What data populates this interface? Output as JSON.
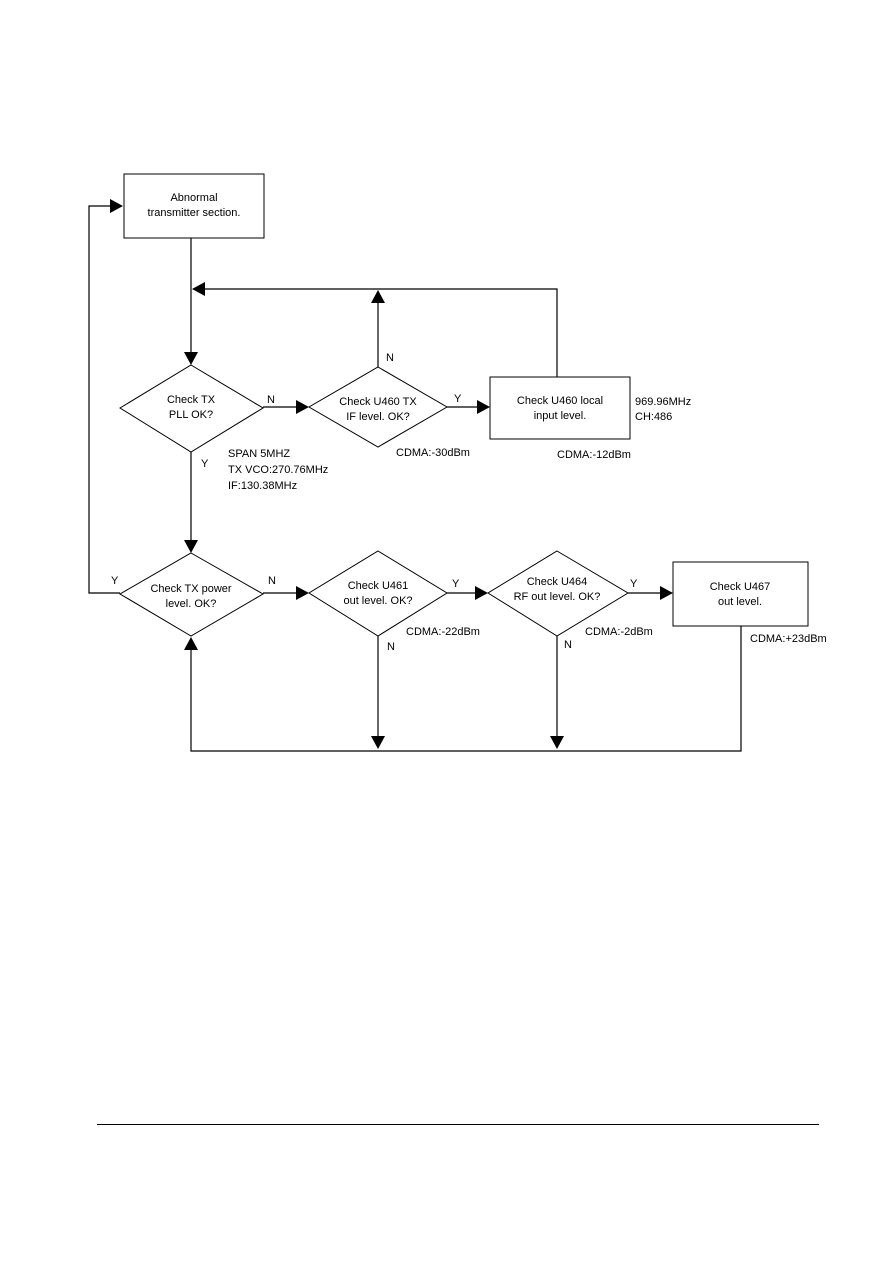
{
  "nodes": {
    "start": [
      "Abnormal",
      "transmitter section."
    ],
    "pll": [
      "Check TX",
      "PLL OK?"
    ],
    "u460_if": [
      "Check U460 TX",
      "IF level. OK?"
    ],
    "u460_local": [
      "Check U460 local",
      "input level."
    ],
    "power": [
      "Check TX power",
      "level. OK?"
    ],
    "u461": [
      "Check U461",
      "out level. OK?"
    ],
    "u464": [
      "Check U464",
      "RF out level. OK?"
    ],
    "u467": [
      "Check U467",
      "out level."
    ]
  },
  "edge_labels": {
    "pll_no": "N",
    "pll_yes": "Y",
    "u460_if_yes": "Y",
    "u460_if_no": "N",
    "power_yes": "Y",
    "power_no": "N",
    "u461_yes": "Y",
    "u461_no": "N",
    "u464_yes": "Y",
    "u464_no": "N"
  },
  "annotations": {
    "pll_spec": [
      "SPAN 5MHZ",
      "TX VCO:270.76MHz",
      "IF:130.38MHz"
    ],
    "u460_if_level": "CDMA:-30dBm",
    "u460_local_level": "CDMA:-12dBm",
    "u460_local_freq": [
      "969.96MHz",
      "CH:486"
    ],
    "u461_level": "CDMA:-22dBm",
    "u464_level": "CDMA:-2dBm",
    "u467_level": "CDMA:+23dBm"
  }
}
